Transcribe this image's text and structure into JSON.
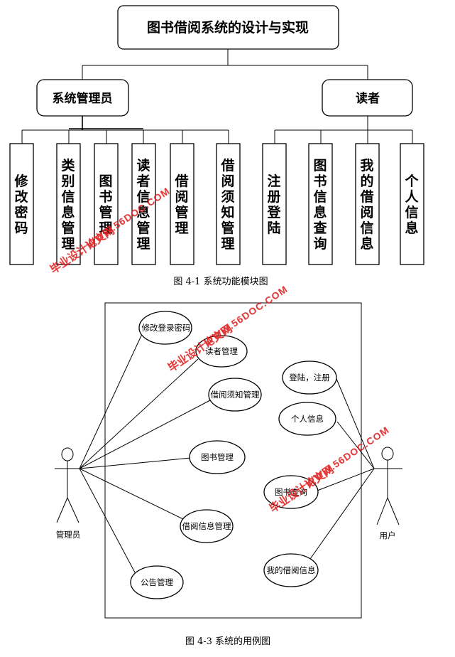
{
  "module_diagram": {
    "root": "图书借阅系统的设计与实现",
    "roles": [
      "系统管理员",
      "读者"
    ],
    "admin_modules": [
      "修改密码",
      "类别信息管理",
      "图书管理",
      "读者信息管理",
      "借阅管理",
      "借阅须知管理"
    ],
    "reader_modules": [
      "注册登陆",
      "图书信息查询",
      "我的借阅信息",
      "个人信息"
    ],
    "caption": "图 4-1 系统功能模块图"
  },
  "usecase_diagram": {
    "actor_admin": "管理员",
    "actor_user": "用户",
    "admin_usecases": [
      "修改登录密码",
      "读者管理",
      "借阅须知管理",
      "图书管理",
      "借阅信息管理",
      "公告管理"
    ],
    "user_usecases": [
      "登陆，注册",
      "个人信息",
      "图书查询",
      "我的借阅信息"
    ],
    "caption": "图 4-3 系统的用例图"
  },
  "watermark": {
    "cn": "毕业设计论文网",
    "url": "WWW.56DOC.COM",
    "color": "#e02020"
  }
}
